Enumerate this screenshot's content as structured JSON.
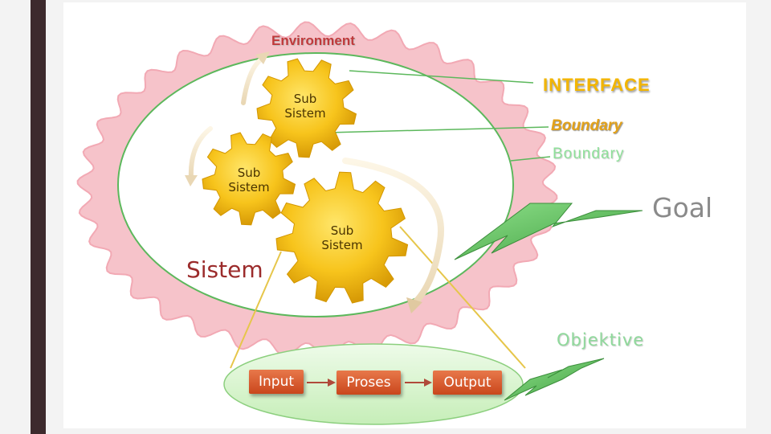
{
  "environment_label": "Environment",
  "interface_label": "INTERFACE",
  "boundary_label_1": "Boundary",
  "boundary_label_2": "Boundary",
  "goal_label": "Goal",
  "system_label": "Sistem",
  "objective_label": "Objektive",
  "subsystems": [
    {
      "label": "Sub\nSistem"
    },
    {
      "label": "Sub\nSistem"
    },
    {
      "label": "Sub\nSistem"
    }
  ],
  "flow": [
    "Input",
    "Proses",
    "Output"
  ],
  "colors": {
    "environment": "#f5c1c8",
    "system_border": "#5cb85c",
    "gear": "#f5c21a",
    "flow_box": "#d9582a",
    "lightning": "#6bc46a",
    "left_bar": "#3d2a2d"
  }
}
